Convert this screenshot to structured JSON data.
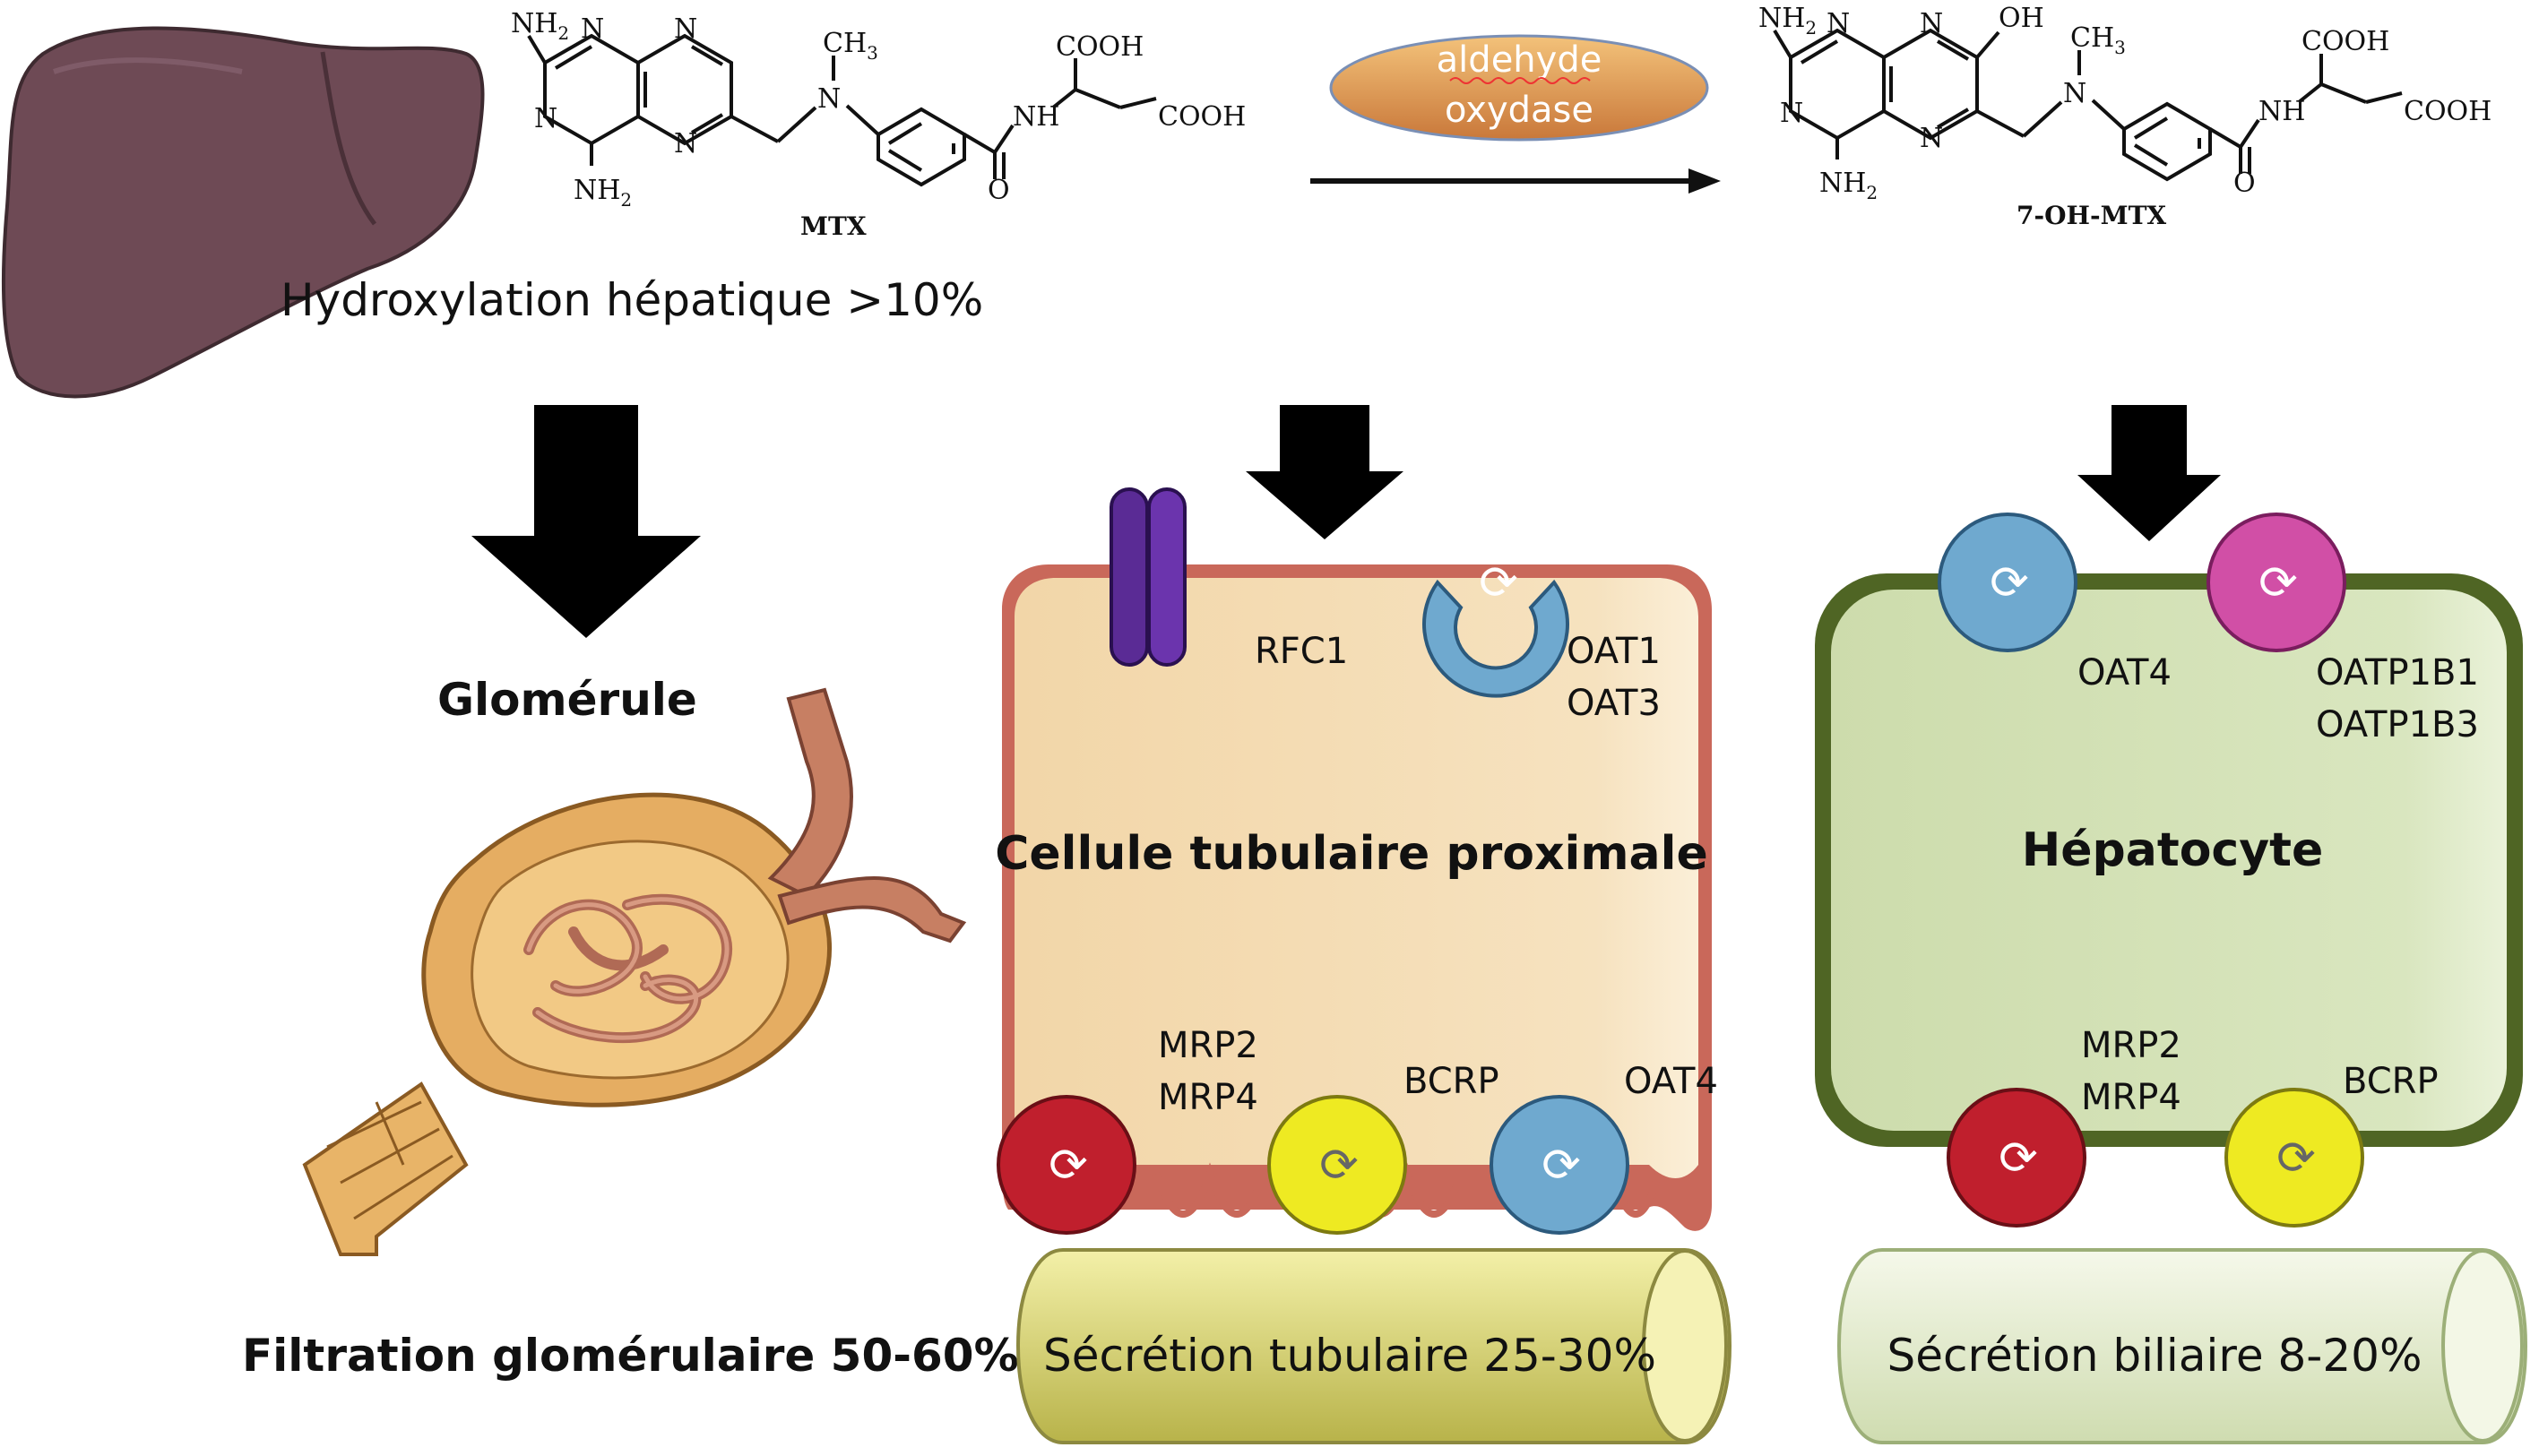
{
  "molecules": {
    "mtx": {
      "name": "MTX",
      "nh2_top": "NH",
      "nh2_bottom": "NH",
      "n_labels": [
        "N",
        "N",
        "N",
        "N"
      ],
      "methyl": "CH",
      "n_methyl": "N",
      "nh": "NH",
      "cooh_top": "COOH",
      "cooh_side": "COOH",
      "carbonyl_o": "O"
    },
    "oh_mtx": {
      "name": "7-OH-MTX",
      "nh2_top": "NH",
      "nh2_bottom": "NH",
      "n_labels": [
        "N",
        "N",
        "N",
        "N"
      ],
      "oh": "OH",
      "methyl": "CH",
      "n_methyl": "N",
      "nh": "NH",
      "cooh_top": "COOH",
      "cooh_side": "COOH",
      "carbonyl_o": "O"
    },
    "subscripts": {
      "two": "2",
      "three": "3"
    }
  },
  "enzyme": {
    "line1": "aldehyde",
    "line2": "oxydase"
  },
  "liver": {
    "caption": "Hydroxylation hépatique >10%"
  },
  "kidney": {
    "title": "Glomérule",
    "caption": "Filtration glomérulaire 50-60%"
  },
  "tubular_cell": {
    "title": "Cellule tubulaire proximale",
    "transporters": {
      "rfc1": "RFC1",
      "oat1": "OAT1",
      "oat3": "OAT3",
      "mrp2": "MRP2",
      "mrp4": "MRP4",
      "bcrp": "BCRP",
      "oat4": "OAT4"
    },
    "lumen": "Sécrétion tubulaire 25-30%"
  },
  "hepatocyte": {
    "title": "Hépatocyte",
    "transporters": {
      "oat4": "OAT4",
      "oatp1b1": "OATP1B1",
      "oatp1b3": "OATP1B3",
      "mrp2": "MRP2",
      "mrp4": "MRP4",
      "bcrp": "BCRP"
    },
    "lumen": "Sécrétion biliaire 8-20%"
  },
  "colors": {
    "liver": "#6e4a55",
    "tubule_cell": "#f5ddb4",
    "tubule_membrane": "#c9685a",
    "hepatocyte": "#d4e2b6",
    "hepatocyte_membrane": "#4f6524",
    "transporter_blue": "#6fa9cf",
    "transporter_red": "#c01f2d",
    "transporter_yellow": "#eeea22",
    "transporter_magenta": "#d14fa6",
    "rfc1_purple": "#5a2b95",
    "tube_tubular": "#dcd86a",
    "tube_biliary": "#e6edd2",
    "enzyme": "#e2a15c"
  }
}
